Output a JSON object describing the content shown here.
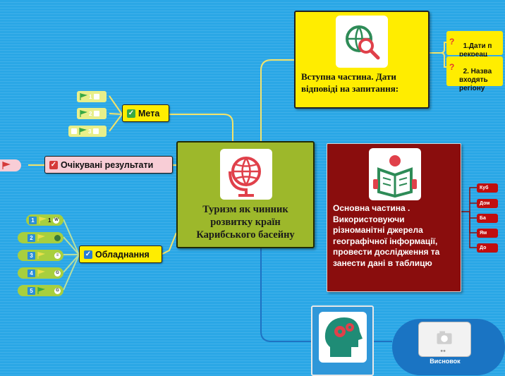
{
  "central": {
    "title": "Туризм як чинник розвитку країн Карибського басейну",
    "image": "globe-icon"
  },
  "intro": {
    "title": "Вступна частина. Дати відповіді на запитання:",
    "image": "globe-search-icon",
    "questions": [
      {
        "text": "1.Дати п\nрекреац"
      },
      {
        "text": "2. Назва\nвходять\nрегіону"
      }
    ]
  },
  "main": {
    "title": "Основна частина . Використовуючи різноманітні джерела географічної інформації, провести дослідження та занести дані в таблицю",
    "image": "reading-book-icon",
    "items": [
      "Куб",
      "Дом",
      "Ба",
      "Ям",
      "До"
    ]
  },
  "bottom": {
    "image": "head-gears-icon"
  },
  "conclusion": {
    "label": "Висновок",
    "image": "camera-icon"
  },
  "meta": {
    "label": "Мета",
    "subitems": [
      "1",
      "2",
      "3"
    ]
  },
  "results": {
    "label": "Очікувані результати"
  },
  "equipment": {
    "label": "Обладнання",
    "items": [
      {
        "num": "1",
        "extra": "1"
      },
      {
        "num": "2",
        "extra": ""
      },
      {
        "num": "3",
        "extra": ""
      },
      {
        "num": "4",
        "extra": ""
      },
      {
        "num": "5",
        "extra": ""
      }
    ]
  },
  "colors": {
    "background": "#2aa7e6",
    "central": "#9db82b",
    "yellow": "#ffed00",
    "main": "#8a0d0d",
    "results": "#f8cdd6",
    "conclusion": "#1a74c3",
    "lines": "#f3e36a"
  }
}
